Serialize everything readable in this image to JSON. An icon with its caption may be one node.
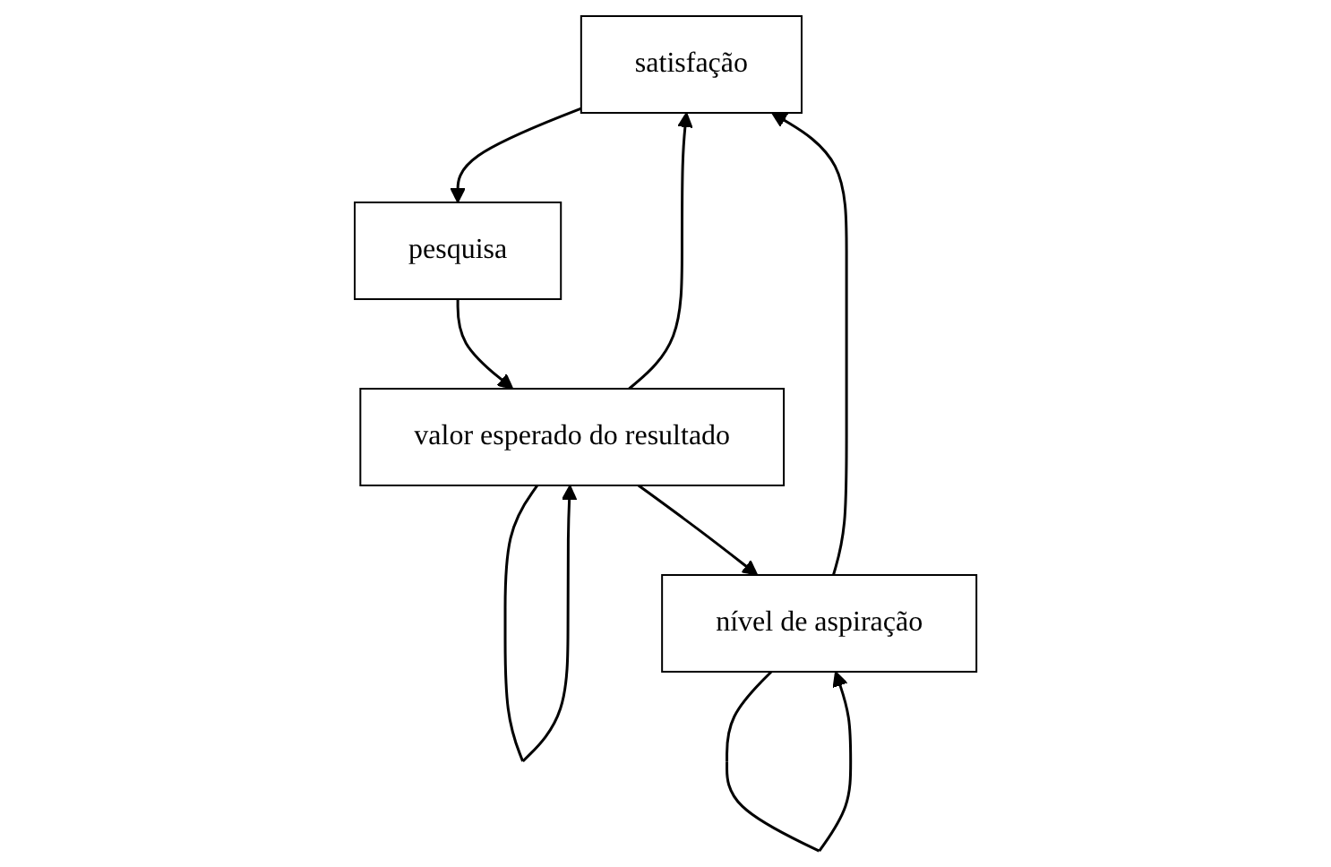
{
  "diagram": {
    "nodes": [
      {
        "text": [
          "satisfação"
        ]
      },
      {
        "text": [
          "pesquisa"
        ]
      },
      {
        "text": [
          "valor esperado do resultado"
        ]
      },
      {
        "text": [
          "nível de aspiração"
        ]
      }
    ],
    "edges": [
      {
        "from": 0,
        "to": 1,
        "arrow": "to"
      },
      {
        "from": 1,
        "to": 2,
        "arrow": "to"
      },
      {
        "from": 2,
        "to": 3,
        "arrow": "to"
      },
      {
        "from": 2,
        "to": 0,
        "arrow": "to"
      },
      {
        "from": 3,
        "to": 0,
        "arrow": "to"
      },
      {
        "from": 2,
        "to": 2,
        "arrow": "to"
      },
      {
        "from": 3,
        "to": 3,
        "arrow": "to"
      }
    ]
  }
}
